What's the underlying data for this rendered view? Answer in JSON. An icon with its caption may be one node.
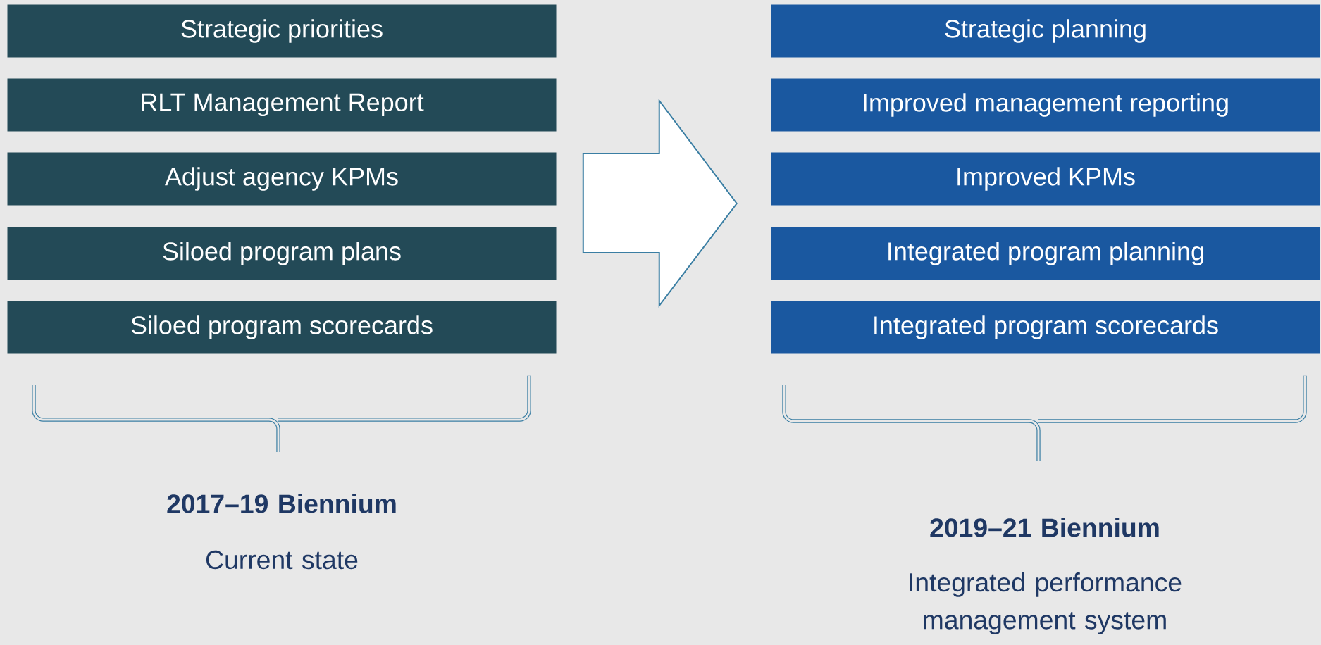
{
  "diagram": {
    "nodes": [
      {
        "text": [
          "Strategic priorities"
        ]
      },
      {
        "text": [
          "RLT Management Report"
        ]
      },
      {
        "text": [
          "Adjust agency KPMs"
        ]
      },
      {
        "text": [
          "Siloed program plans"
        ]
      },
      {
        "text": [
          "Siloed program scorecards"
        ]
      },
      {
        "text": [
          "Strategic planning"
        ]
      },
      {
        "text": [
          "Improved management reporting"
        ]
      },
      {
        "text": [
          "Improved KPMs"
        ]
      },
      {
        "text": [
          "Integrated program planning"
        ]
      },
      {
        "text": [
          "Integrated program scorecards"
        ]
      }
    ],
    "edges": [
      {
        "from": 2,
        "to": 7,
        "arrow": "to"
      }
    ],
    "labels": [
      "2017–19 Biennium",
      "Current state",
      "2019–21 Biennium",
      "Integrated performance management system"
    ]
  }
}
